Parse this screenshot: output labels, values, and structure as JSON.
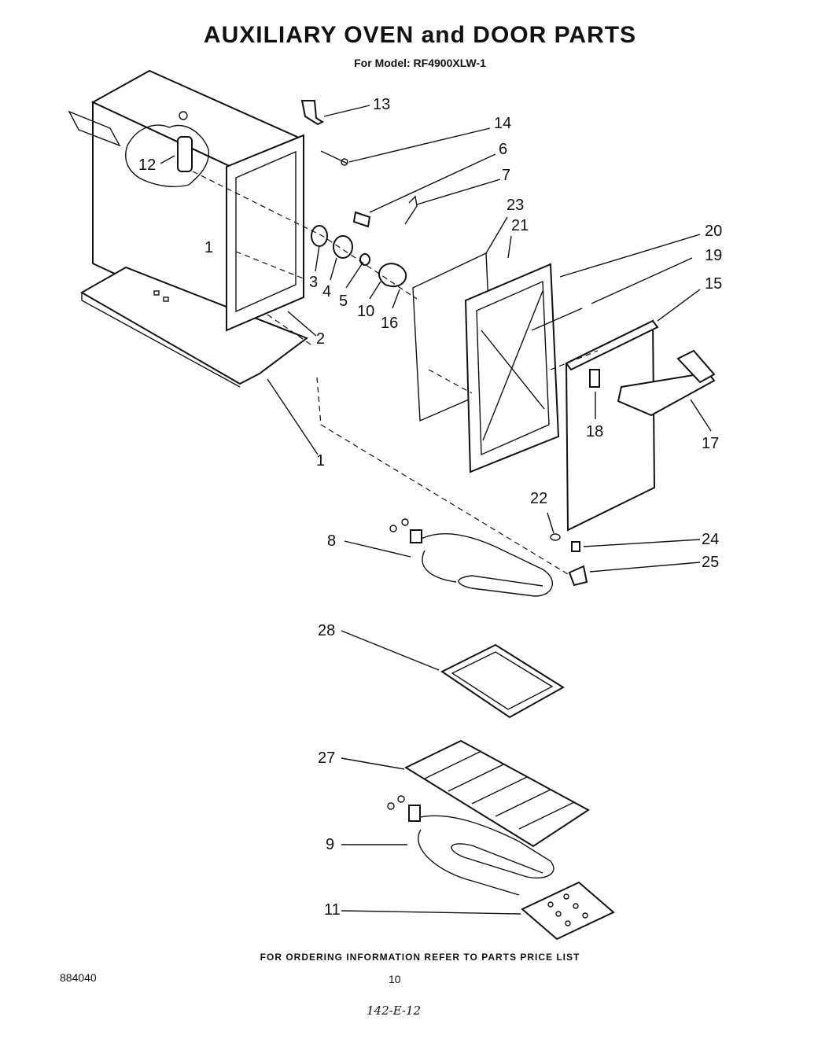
{
  "header": {
    "title": "AUXILIARY OVEN and DOOR PARTS",
    "subtitle": "For Model: RF4900XLW-1"
  },
  "footer": {
    "note": "FOR ORDERING INFORMATION REFER TO PARTS PRICE LIST",
    "doc_number": "884040",
    "page_number": "10",
    "handwritten": "142-E-12"
  },
  "callouts": {
    "c1a": "1",
    "c1b": "1",
    "c2": "2",
    "c3": "3",
    "c4": "4",
    "c5": "5",
    "c6": "6",
    "c7": "7",
    "c8": "8",
    "c9": "9",
    "c10": "10",
    "c11": "11",
    "c12": "12",
    "c13": "13",
    "c14": "14",
    "c15": "15",
    "c16": "16",
    "c17": "17",
    "c18": "18",
    "c19": "19",
    "c20": "20",
    "c21": "21",
    "c22": "22",
    "c23": "23",
    "c24": "24",
    "c25": "25",
    "c27": "27",
    "c28": "28"
  }
}
